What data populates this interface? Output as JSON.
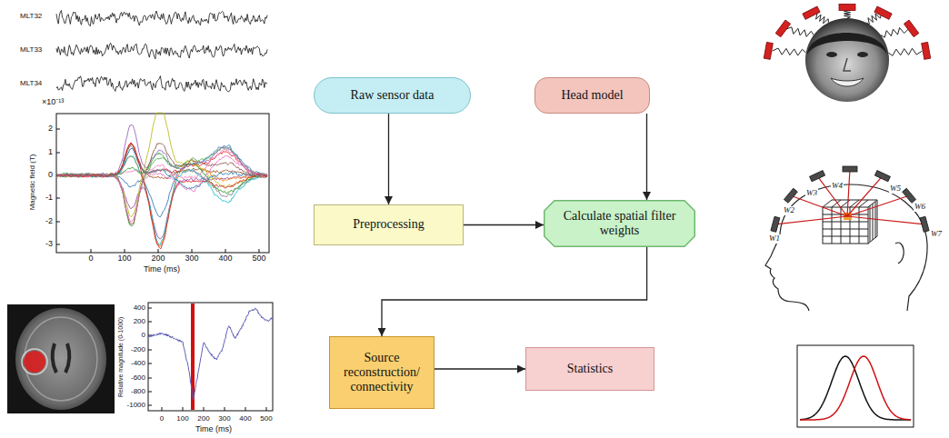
{
  "diagram": {
    "nodes": [
      {
        "text": [
          "Raw sensor data"
        ]
      },
      {
        "text": [
          "Head model"
        ]
      },
      {
        "text": [
          "Preprocessing"
        ]
      },
      {
        "text": [
          "Calculate spatial filter weights"
        ]
      },
      {
        "text": [
          "Source reconstruction/ connectivity"
        ]
      },
      {
        "text": [
          "Statistics"
        ]
      }
    ],
    "edges": [
      {
        "from": 0,
        "to": 2,
        "arrow": "to"
      },
      {
        "from": 1,
        "to": 3,
        "arrow": "to"
      },
      {
        "from": 2,
        "to": 3,
        "arrow": "to"
      },
      {
        "from": 3,
        "to": 4,
        "arrow": "to"
      },
      {
        "from": 4,
        "to": 5,
        "arrow": "to"
      }
    ],
    "labels": [
      "MLT32",
      "MLT33",
      "MLT34",
      "×10⁻¹³",
      "2",
      "1",
      "0",
      "-1",
      "-2",
      "-3",
      "Magnetic field (T)",
      "0",
      "100",
      "200",
      "300",
      "400",
      "500",
      "Time (ms)",
      "400",
      "200",
      "0",
      "-200",
      "-400",
      "-600",
      "-800",
      "-1000",
      "Relative magnitude (0-1000)",
      "0",
      "100",
      "200",
      "300",
      "400",
      "500",
      "Time (ms)",
      "W1",
      "W2",
      "W3",
      "W4",
      "W5",
      "W6",
      "W7"
    ]
  }
}
